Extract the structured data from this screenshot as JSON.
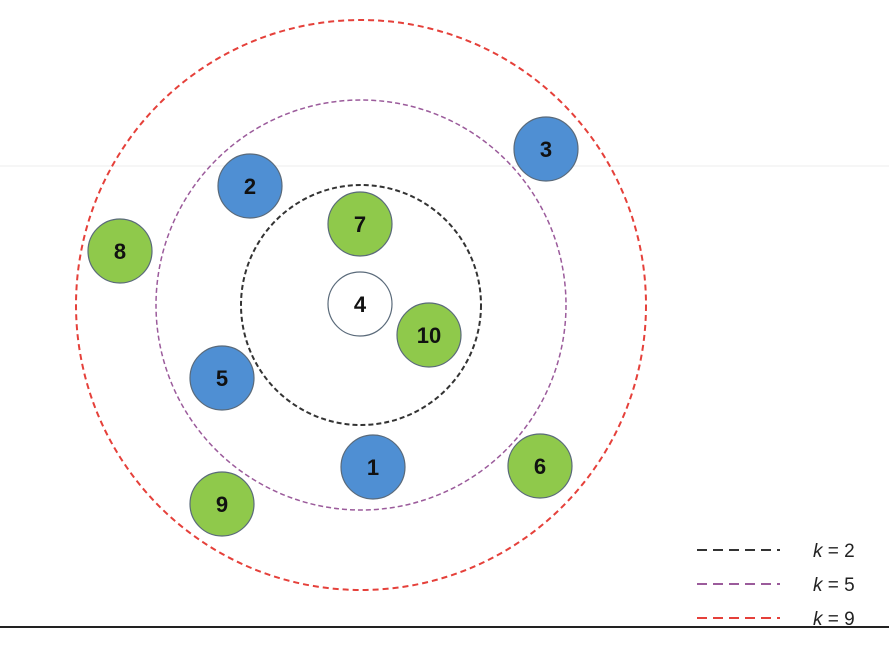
{
  "colors": {
    "blue": "#4f8fd3",
    "green": "#8fc94b",
    "white": "#ffffff",
    "node_stroke": "#5a6a7a",
    "k2": "#333333",
    "k5": "#9b5b9b",
    "k9": "#e5403a"
  },
  "center_node": "4",
  "nodes": [
    {
      "label": "1",
      "color": "blue"
    },
    {
      "label": "2",
      "color": "blue"
    },
    {
      "label": "3",
      "color": "blue"
    },
    {
      "label": "4",
      "color": "white"
    },
    {
      "label": "5",
      "color": "blue"
    },
    {
      "label": "6",
      "color": "green"
    },
    {
      "label": "7",
      "color": "green"
    },
    {
      "label": "8",
      "color": "green"
    },
    {
      "label": "9",
      "color": "green"
    },
    {
      "label": "10",
      "color": "green"
    }
  ],
  "legend": [
    {
      "k_symbol": "k",
      "equals": " = 2",
      "color": "k2"
    },
    {
      "k_symbol": "k",
      "equals": " = 5",
      "color": "k5"
    },
    {
      "k_symbol": "k",
      "equals": " = 9",
      "color": "k9"
    }
  ]
}
